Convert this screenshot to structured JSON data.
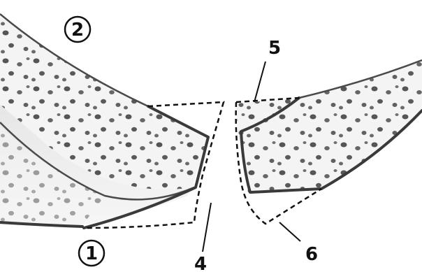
{
  "labels": {
    "region_1": "1",
    "region_2": "2",
    "label_4": "4",
    "label_5": "5",
    "label_6": "6"
  },
  "colors": {
    "outline": "#3a3a3a",
    "speckle": "#555555",
    "background": "#ffffff"
  }
}
